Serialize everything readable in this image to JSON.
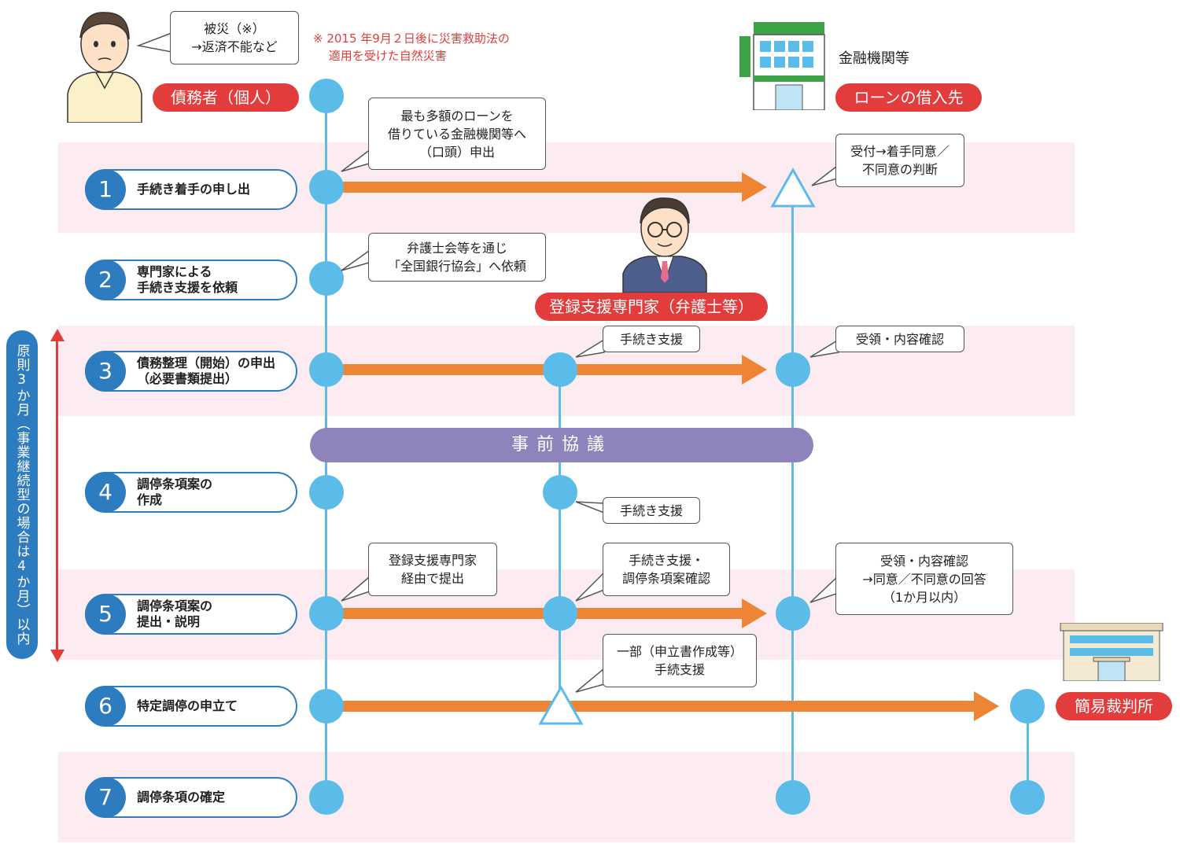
{
  "header": {
    "debtor_bubble": "被災（※）\n→返済不能など",
    "note": "※ 2015 年9月２日後に災害救助法の\n　 適用を受けた自然災害",
    "bank_label": "金融機関等"
  },
  "actors": {
    "debtor": "債務者（個人）",
    "lender": "ローンの借入先",
    "expert": "登録支援専門家（弁護士等）",
    "court": "簡易裁判所"
  },
  "steps": [
    {
      "num": "1",
      "label": "手続き着手の申し出"
    },
    {
      "num": "2",
      "label": "専門家による\n手続き支援を依頼"
    },
    {
      "num": "3",
      "label": "債務整理（開始）の申出\n（必要書類提出）"
    },
    {
      "num": "4",
      "label": "調停条項案の\n作成"
    },
    {
      "num": "5",
      "label": "調停条項案の\n提出・説明"
    },
    {
      "num": "6",
      "label": "特定調停の申立て"
    },
    {
      "num": "7",
      "label": "調停条項の確定"
    }
  ],
  "callouts": {
    "c1": "最も多額のローンを\n借りている金融機関等へ\n（口頭）申出",
    "c1_bank": "受付→着手同意／\n不同意の判断",
    "c2": "弁護士会等を通じ\n「全国銀行協会」へ依頼",
    "c3_expert": "手続き支援",
    "c3_bank": "受領・内容確認",
    "c4_expert": "手続き支援",
    "c5_debtor": "登録支援専門家\n経由で提出",
    "c5_expert": "手続き支援・\n調停条項案確認",
    "c5_bank": "受領・内容確認\n→同意／不同意の回答\n（1か月以内）",
    "c6_expert": "一部（申立書作成等）\n手続支援"
  },
  "consultation": "事前協議",
  "period": "原則3か月（事業継続型の場合は4か月）以内",
  "colors": {
    "blue": "#2e7cc0",
    "light_blue": "#5bbcea",
    "orange": "#ee8535",
    "red": "#e23c3c",
    "purple": "#8f83bb",
    "pink_band": "#fcecf2"
  }
}
